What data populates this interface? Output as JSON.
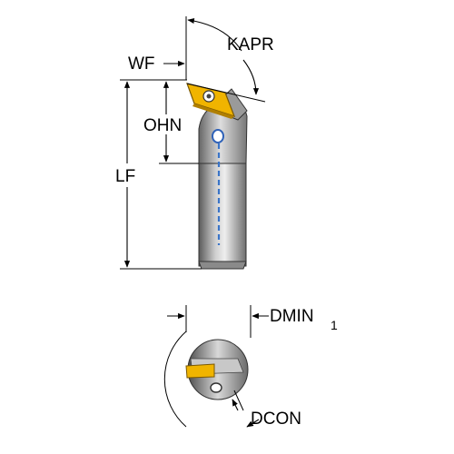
{
  "labels": {
    "wf": "WF",
    "kapr": "KAPR",
    "ohn": "OHN",
    "lf": "LF",
    "dmin": "DMIN",
    "dmin_sub": "1",
    "dcon": "DCON"
  },
  "colors": {
    "body_light": "#e6e6e6",
    "body_mid": "#a9a9a9",
    "body_dark": "#555555",
    "insert": "#f0b400",
    "insert_dark": "#b07f00",
    "coolant": "#3a74c8",
    "line": "#000000"
  }
}
